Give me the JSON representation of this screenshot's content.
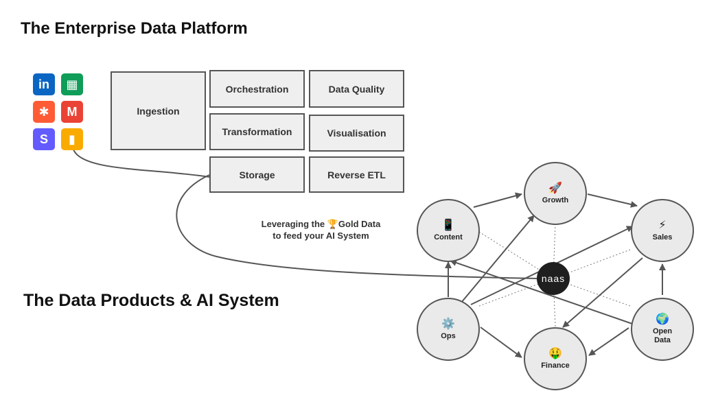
{
  "titles": {
    "platform": "The Enterprise Data Platform",
    "ai_system": "The Data Products & AI System"
  },
  "source_icons": [
    {
      "name": "linkedin-icon",
      "glyph": "in",
      "color": "#0a66c2"
    },
    {
      "name": "google-sheets-icon",
      "glyph": "▦",
      "color": "#0f9d58"
    },
    {
      "name": "hubspot-icon",
      "glyph": "✱",
      "color": "#ff5c35"
    },
    {
      "name": "gmail-icon",
      "glyph": "M",
      "color": "#ea4335"
    },
    {
      "name": "stripe-icon",
      "glyph": "S",
      "color": "#635bff"
    },
    {
      "name": "google-analytics-icon",
      "glyph": "▮",
      "color": "#f9ab00"
    }
  ],
  "platform_blocks": {
    "ingestion": "Ingestion",
    "orchestration": "Orchestration",
    "data_quality": "Data Quality",
    "transformation": "Transformation",
    "visualisation": "Visualisation",
    "storage": "Storage",
    "reverse_etl": "Reverse ETL"
  },
  "caption": {
    "line1": "Leveraging the 🏆Gold Data",
    "line2": "to feed your AI System"
  },
  "hub": {
    "label": "naas"
  },
  "nodes": {
    "content": {
      "emoji": "📱",
      "label": "Content"
    },
    "growth": {
      "emoji": "🚀",
      "label": "Growth"
    },
    "sales": {
      "emoji": "⚡",
      "label": "Sales"
    },
    "ops": {
      "emoji": "⚙️",
      "label": "Ops"
    },
    "finance": {
      "emoji": "🤑",
      "label": "Finance"
    },
    "open_data": {
      "emoji": "🌍",
      "label": "Open Data"
    }
  },
  "colors": {
    "box_fill": "#efefef",
    "stroke": "#555555",
    "hub": "#1f1f1f"
  }
}
